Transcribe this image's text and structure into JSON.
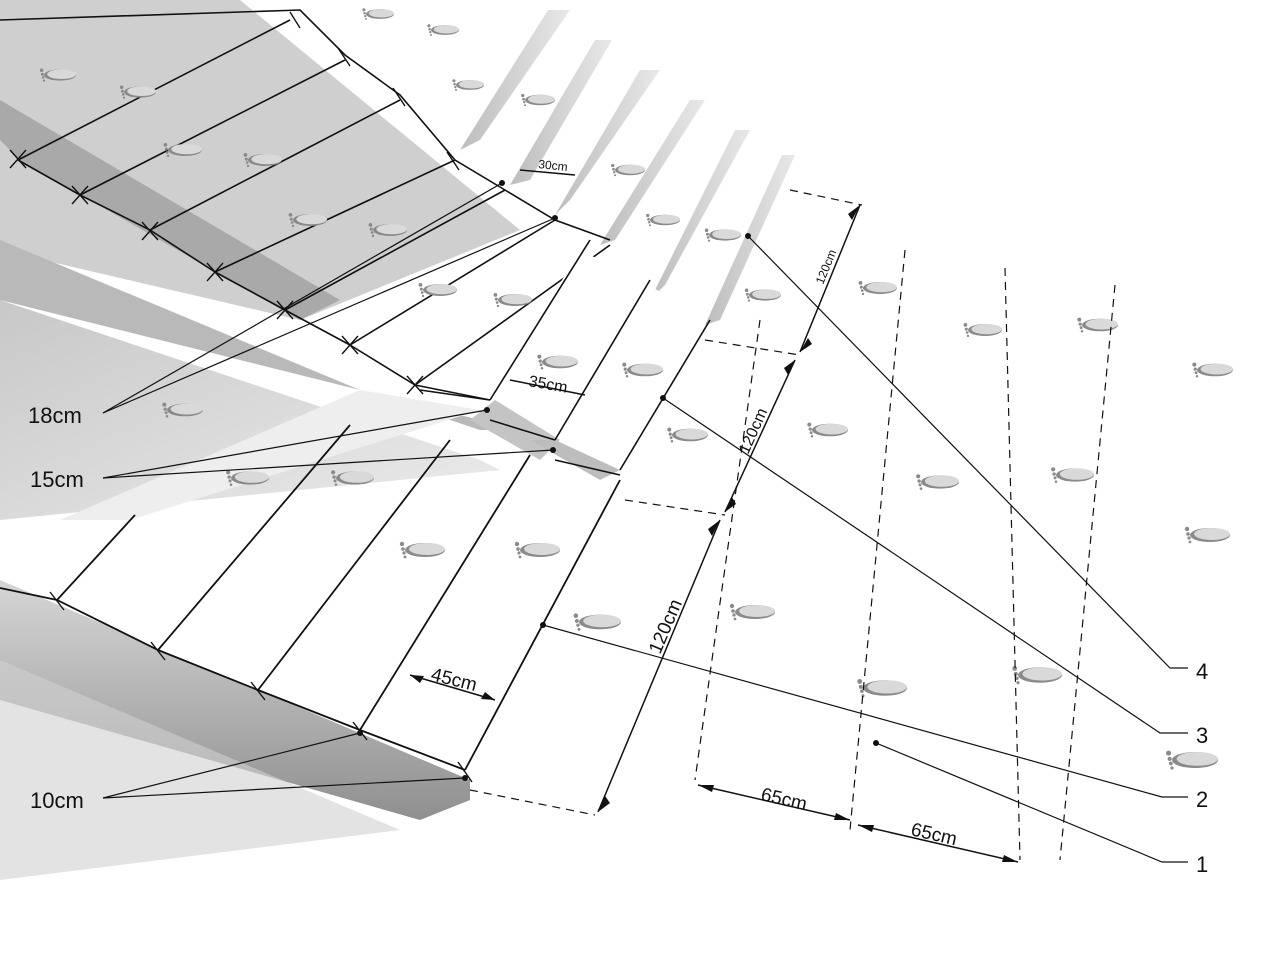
{
  "riser_labels": {
    "r18": "18cm",
    "r15": "15cm",
    "r10": "10cm"
  },
  "tread_dims": {
    "t30": "30cm",
    "t35": "35cm",
    "t45": "45cm"
  },
  "width_dims": {
    "w120_top": "120cm",
    "w120_mid": "120cm",
    "w120_bot": "120cm"
  },
  "step_dims": {
    "s65_a": "65cm",
    "s65_b": "65cm"
  },
  "callouts": {
    "c1": "1",
    "c2": "2",
    "c3": "3",
    "c4": "4"
  }
}
